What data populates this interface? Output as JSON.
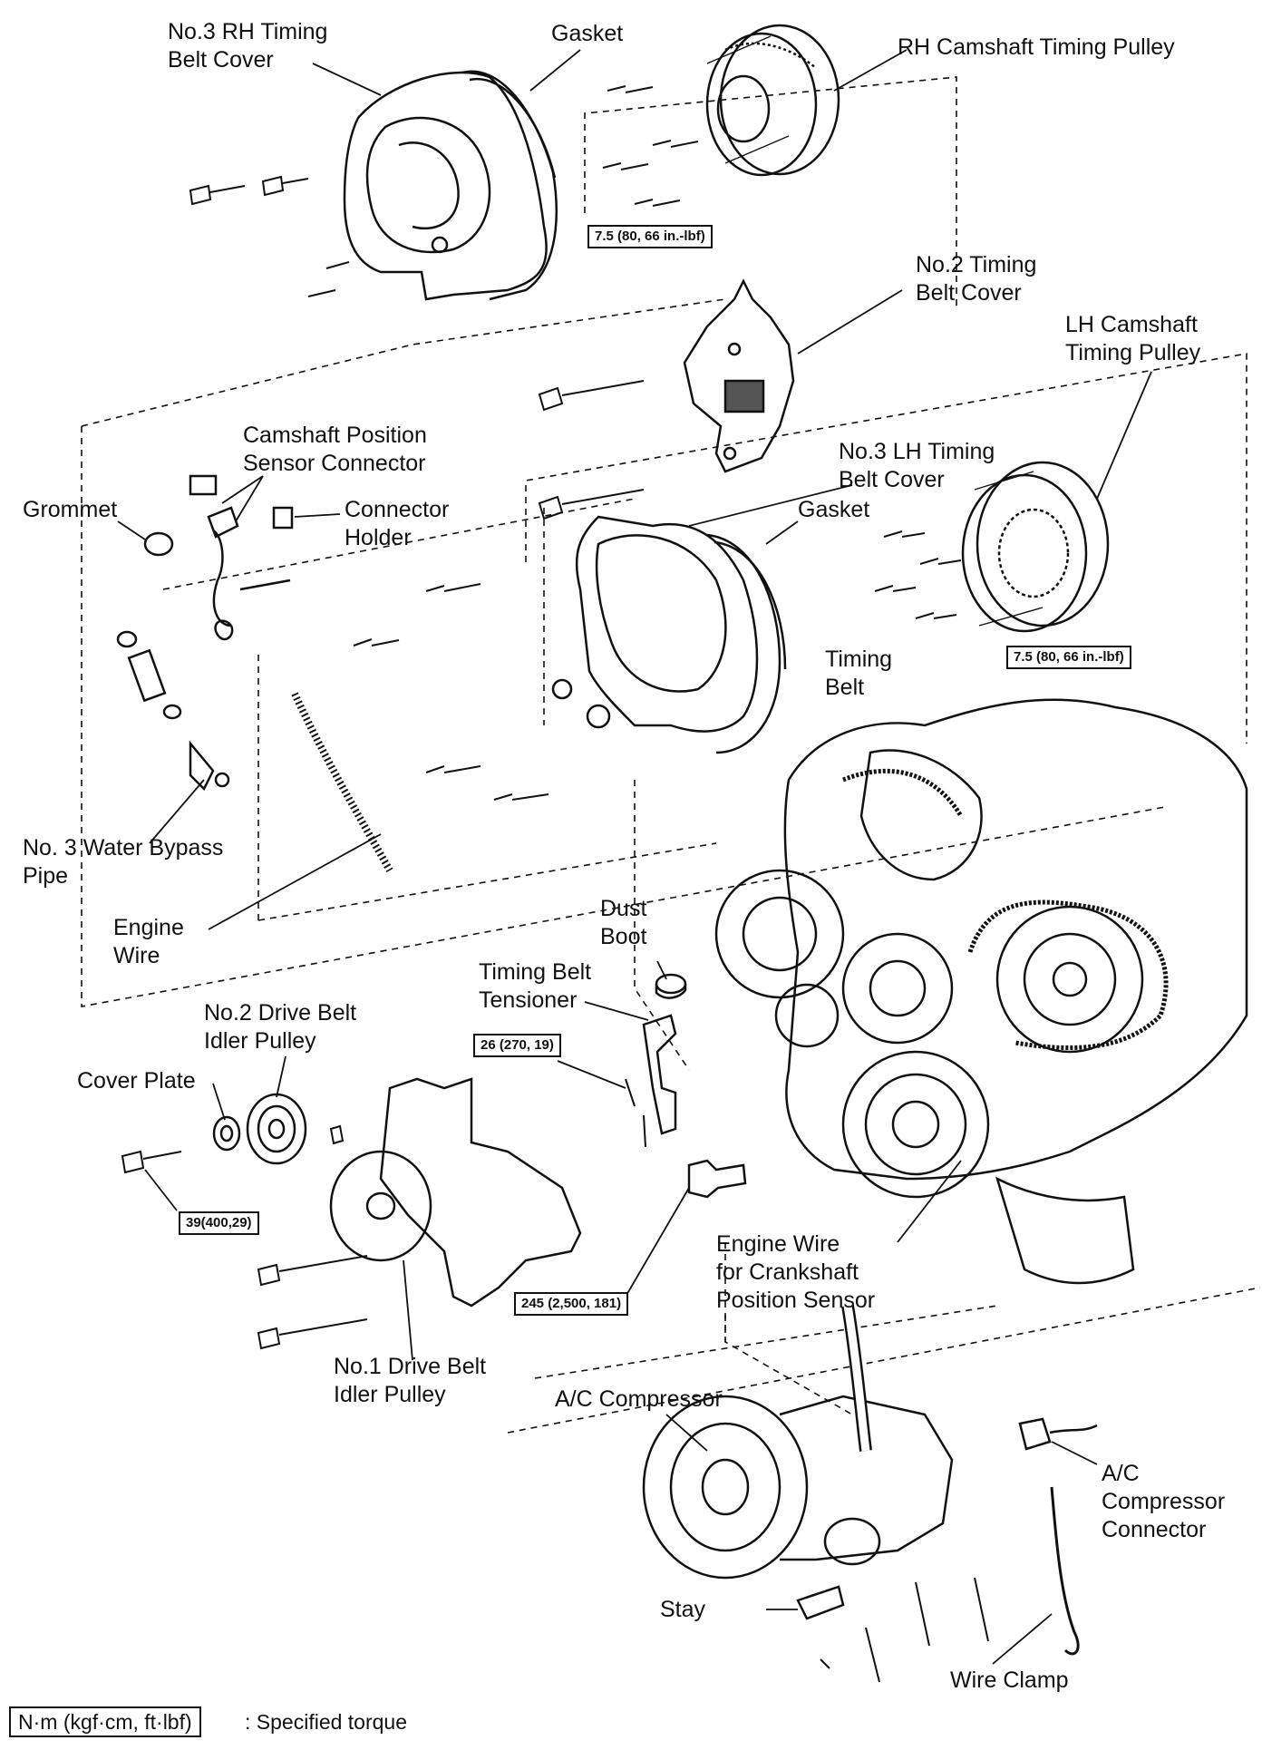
{
  "labels": {
    "no3_rh_cover": [
      "No.3 RH Timing",
      "Belt Cover"
    ],
    "gasket_top": "Gasket",
    "rh_cam_pulley": "RH Camshaft Timing Pulley",
    "no2_cover": [
      "No.2 Timing",
      "Belt Cover"
    ],
    "lh_cam_pulley": [
      "LH Camshaft",
      "Timing Pulley"
    ],
    "cam_sensor_connector": [
      "Camshaft Position",
      "Sensor Connector"
    ],
    "connector_holder": [
      "Connector",
      "Holder"
    ],
    "grommet": "Grommet",
    "no3_lh_cover": [
      "No.3 LH Timing",
      "Belt Cover"
    ],
    "gasket_mid": "Gasket",
    "timing_belt": [
      "Timing",
      "Belt"
    ],
    "water_bypass_pipe": [
      "No. 3 Water Bypass",
      "Pipe"
    ],
    "engine_wire": [
      "Engine",
      "Wire"
    ],
    "dust_boot": [
      "Dust",
      "Boot"
    ],
    "belt_tensioner": [
      "Timing Belt",
      "Tensioner"
    ],
    "no2_idler": [
      "No.2 Drive Belt",
      "Idler Pulley"
    ],
    "cover_plate": "Cover Plate",
    "engine_wire_crank": [
      "Engine Wire",
      "for Crankshaft",
      "Position Sensor"
    ],
    "no1_idler": [
      "No.1 Drive Belt",
      "Idler Pulley"
    ],
    "ac_compressor": "A/C Compressor",
    "ac_connector": [
      "A/C",
      "Compressor",
      "Connector"
    ],
    "stay": "Stay",
    "wire_clamp": "Wire Clamp"
  },
  "torques": {
    "rh_pulley": "7.5 (80, 66 in.-lbf)",
    "lh_pulley": "7.5 (80, 66 in.-lbf)",
    "tensioner": "26 (270, 19)",
    "idler": "39(400,29)",
    "crank": "245 (2,500, 181)"
  },
  "legend": {
    "unit_box": "N·m (kgf·cm, ft·lbf)",
    "text": ": Specified torque"
  }
}
